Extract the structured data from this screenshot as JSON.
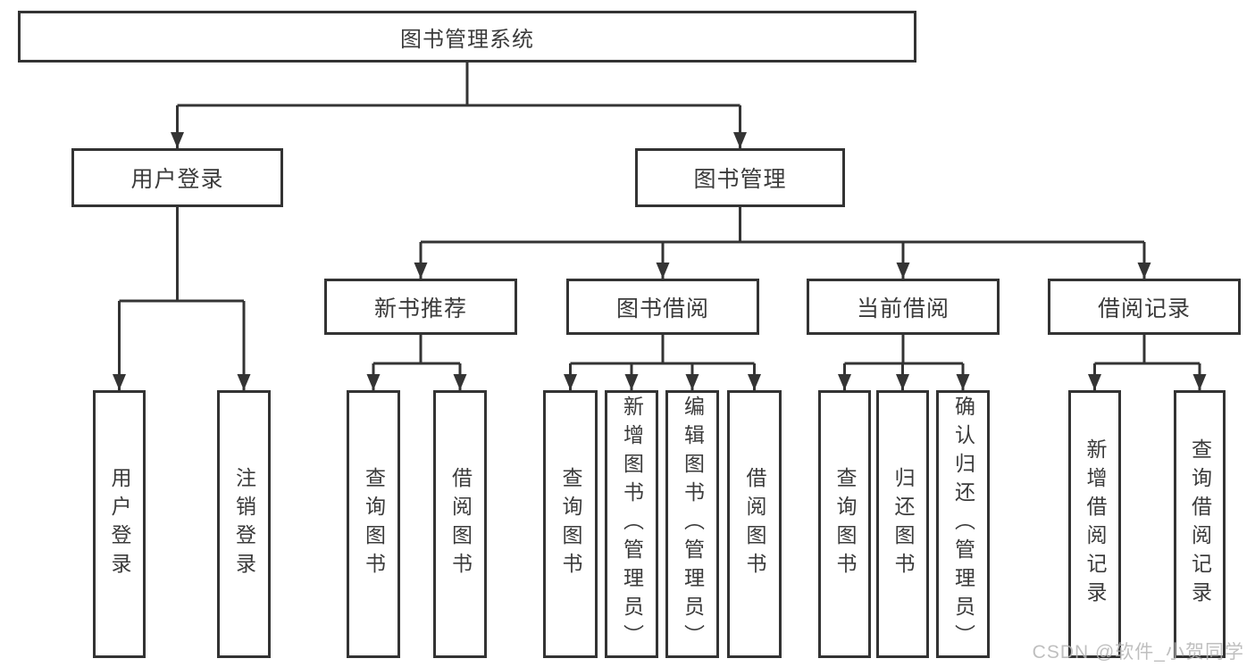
{
  "colors": {
    "line": "#343434",
    "box_border": "#333333",
    "text": "#3b3b3b",
    "background": "#ffffff",
    "watermark": "#b4b4b4"
  },
  "watermark": {
    "text": "CSDN @软件_小贺同学"
  },
  "tree": {
    "label": "图书管理系统",
    "children": [
      {
        "label": "用户登录",
        "children": [
          {
            "label": "用户登录"
          },
          {
            "label": "注销登录"
          }
        ]
      },
      {
        "label": "图书管理",
        "children": [
          {
            "label": "新书推荐",
            "children": [
              {
                "label": "查询图书"
              },
              {
                "label": "借阅图书"
              }
            ]
          },
          {
            "label": "图书借阅",
            "children": [
              {
                "label": "查询图书"
              },
              {
                "label": "新增图书（管理员）"
              },
              {
                "label": "编辑图书（管理员）"
              },
              {
                "label": "借阅图书"
              }
            ]
          },
          {
            "label": "当前借阅",
            "children": [
              {
                "label": "查询图书"
              },
              {
                "label": "归还图书"
              },
              {
                "label": "确认归还（管理员）"
              }
            ]
          },
          {
            "label": "借阅记录",
            "children": [
              {
                "label": "新增借阅记录"
              },
              {
                "label": "查询借阅记录"
              }
            ]
          }
        ]
      }
    ]
  }
}
